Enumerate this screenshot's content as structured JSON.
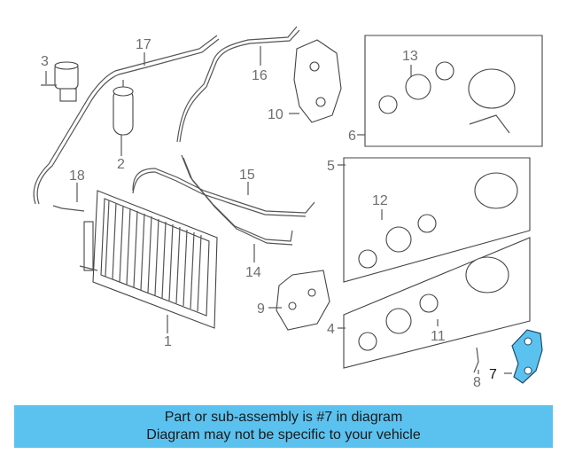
{
  "callouts": {
    "c1": "1",
    "c2": "2",
    "c3": "3",
    "c4": "4",
    "c5": "5",
    "c6": "6",
    "c7": "7",
    "c8": "8",
    "c9": "9",
    "c10": "10",
    "c11": "11",
    "c12": "12",
    "c13": "13",
    "c14": "14",
    "c15": "15",
    "c16": "16",
    "c17": "17",
    "c18": "18"
  },
  "highlight_color": "#5bc2f0",
  "banner": {
    "line1": "Part or sub-assembly is #7 in diagram",
    "line2": "Diagram may not be specific to your vehicle"
  }
}
